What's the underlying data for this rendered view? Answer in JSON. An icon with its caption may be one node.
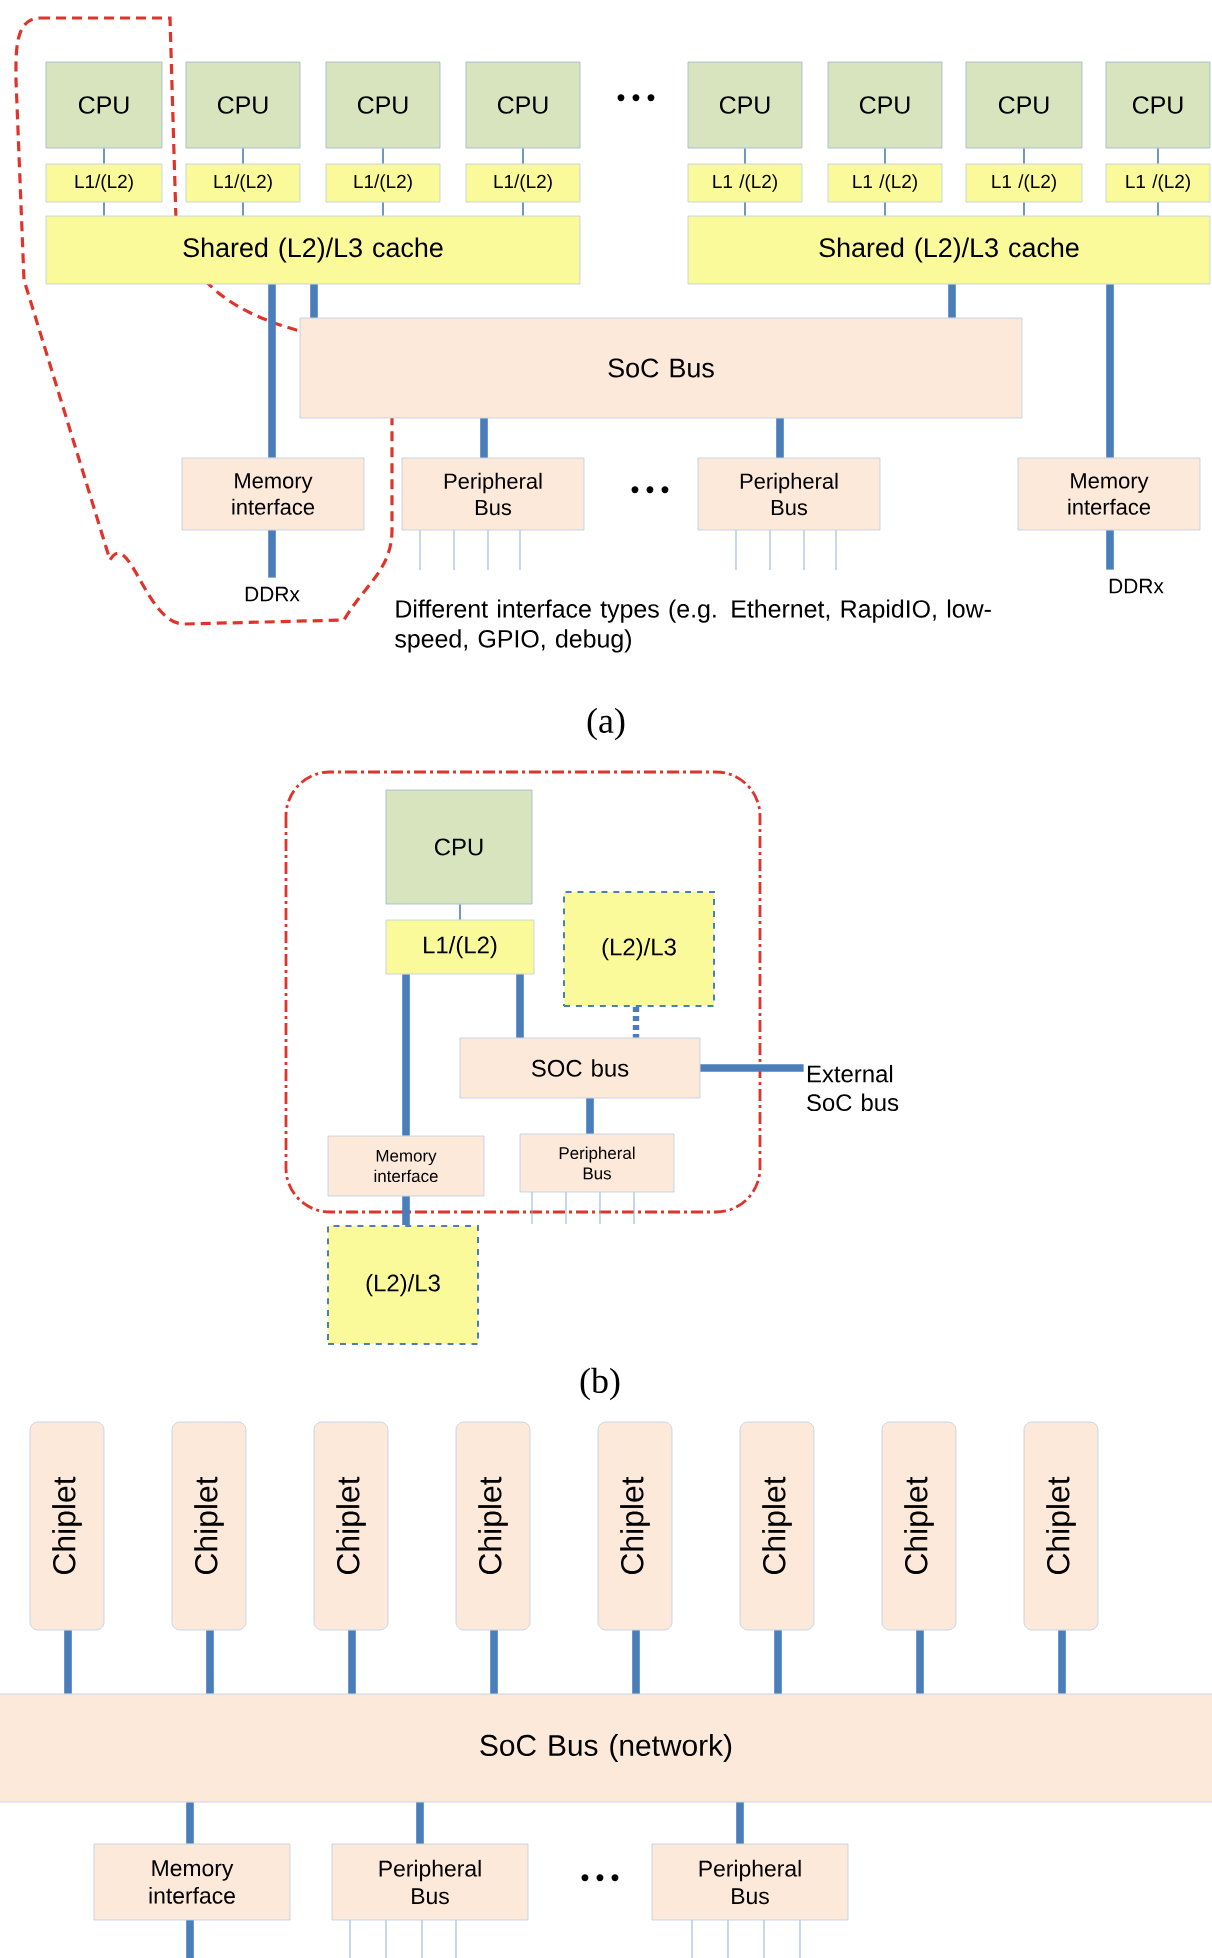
{
  "diagram": {
    "nodes": [
      {
        "text": [
          "CPU"
        ]
      },
      {
        "text": [
          "CPU"
        ]
      },
      {
        "text": [
          "CPU"
        ]
      },
      {
        "text": [
          "CPU"
        ]
      },
      {
        "text": [
          "CPU"
        ]
      },
      {
        "text": [
          "CPU"
        ]
      },
      {
        "text": [
          "CPU"
        ]
      },
      {
        "text": [
          "CPU"
        ]
      },
      {
        "text": [
          "L1/(L2)"
        ]
      },
      {
        "text": [
          "L1/(L2)"
        ]
      },
      {
        "text": [
          "L1/(L2)"
        ]
      },
      {
        "text": [
          "L1/(L2)"
        ]
      },
      {
        "text": [
          "L1 /(L2)"
        ]
      },
      {
        "text": [
          "L1 /(L2)"
        ]
      },
      {
        "text": [
          "L1 /(L2)"
        ]
      },
      {
        "text": [
          "L1 /(L2)"
        ]
      },
      {
        "text": [
          "Shared (L2)/L3 cache"
        ]
      },
      {
        "text": [
          "Shared (L2)/L3 cache"
        ]
      },
      {
        "text": [
          "SoC Bus"
        ]
      },
      {
        "text": [
          "Memory interface"
        ]
      },
      {
        "text": [
          "Peripheral Bus"
        ]
      },
      {
        "text": [
          "Peripheral Bus"
        ]
      },
      {
        "text": [
          "Memory interface"
        ]
      },
      {
        "text": [
          "DDRx"
        ]
      },
      {
        "text": [
          "DDRx"
        ]
      },
      {
        "text": [
          "CPU"
        ]
      },
      {
        "text": [
          "L1/(L2)"
        ]
      },
      {
        "text": [
          "(L2)/L3"
        ]
      },
      {
        "text": [
          "SOC bus"
        ]
      },
      {
        "text": [
          "External SoC bus"
        ]
      },
      {
        "text": [
          "Memory interface"
        ]
      },
      {
        "text": [
          "Peripheral Bus"
        ]
      },
      {
        "text": [
          "(L2)/L3"
        ]
      },
      {
        "text": [
          "Chiplet"
        ]
      },
      {
        "text": [
          "Chiplet"
        ]
      },
      {
        "text": [
          "Chiplet"
        ]
      },
      {
        "text": [
          "Chiplet"
        ]
      },
      {
        "text": [
          "Chiplet"
        ]
      },
      {
        "text": [
          "Chiplet"
        ]
      },
      {
        "text": [
          "Chiplet"
        ]
      },
      {
        "text": [
          "Chiplet"
        ]
      },
      {
        "text": [
          "SoC Bus (network)"
        ]
      },
      {
        "text": [
          "Memory interface"
        ]
      },
      {
        "text": [
          "Peripheral Bus"
        ]
      },
      {
        "text": [
          "Peripheral Bus"
        ]
      }
    ],
    "edges": [
      {
        "from": 0,
        "to": 8,
        "arrow": "none"
      },
      {
        "from": 1,
        "to": 9,
        "arrow": "none"
      },
      {
        "from": 2,
        "to": 10,
        "arrow": "none"
      },
      {
        "from": 3,
        "to": 11,
        "arrow": "none"
      },
      {
        "from": 4,
        "to": 12,
        "arrow": "none"
      },
      {
        "from": 5,
        "to": 13,
        "arrow": "none"
      },
      {
        "from": 6,
        "to": 14,
        "arrow": "none"
      },
      {
        "from": 7,
        "to": 15,
        "arrow": "none"
      },
      {
        "from": 8,
        "to": 16,
        "arrow": "none"
      },
      {
        "from": 9,
        "to": 16,
        "arrow": "none"
      },
      {
        "from": 10,
        "to": 16,
        "arrow": "none"
      },
      {
        "from": 11,
        "to": 16,
        "arrow": "none"
      },
      {
        "from": 12,
        "to": 17,
        "arrow": "none"
      },
      {
        "from": 13,
        "to": 17,
        "arrow": "none"
      },
      {
        "from": 14,
        "to": 17,
        "arrow": "none"
      },
      {
        "from": 15,
        "to": 17,
        "arrow": "none"
      },
      {
        "from": 16,
        "to": 19,
        "arrow": "none"
      },
      {
        "from": 16,
        "to": 18,
        "arrow": "none"
      },
      {
        "from": 17,
        "to": 18,
        "arrow": "none"
      },
      {
        "from": 17,
        "to": 22,
        "arrow": "none"
      },
      {
        "from": 18,
        "to": 20,
        "arrow": "none"
      },
      {
        "from": 18,
        "to": 21,
        "arrow": "none"
      },
      {
        "from": 19,
        "to": 23,
        "arrow": "none"
      },
      {
        "from": 22,
        "to": 24,
        "arrow": "none"
      },
      {
        "from": 25,
        "to": 26,
        "arrow": "none"
      },
      {
        "from": 26,
        "to": 30,
        "arrow": "none"
      },
      {
        "from": 26,
        "to": 28,
        "arrow": "none"
      },
      {
        "from": 27,
        "to": 28,
        "arrow": "none",
        "style": "dashed"
      },
      {
        "from": 28,
        "to": 29,
        "arrow": "none"
      },
      {
        "from": 28,
        "to": 31,
        "arrow": "none"
      },
      {
        "from": 30,
        "to": 32,
        "arrow": "none"
      },
      {
        "from": 33,
        "to": 41,
        "arrow": "none"
      },
      {
        "from": 34,
        "to": 41,
        "arrow": "none"
      },
      {
        "from": 35,
        "to": 41,
        "arrow": "none"
      },
      {
        "from": 36,
        "to": 41,
        "arrow": "none"
      },
      {
        "from": 37,
        "to": 41,
        "arrow": "none"
      },
      {
        "from": 38,
        "to": 41,
        "arrow": "none"
      },
      {
        "from": 39,
        "to": 41,
        "arrow": "none"
      },
      {
        "from": 40,
        "to": 41,
        "arrow": "none"
      },
      {
        "from": 41,
        "to": 42,
        "arrow": "none"
      },
      {
        "from": 41,
        "to": 43,
        "arrow": "none"
      },
      {
        "from": 41,
        "to": 44,
        "arrow": "none"
      }
    ],
    "labels": [
      "• • •",
      "• • •",
      "Different interface types (e.g. Ethernet, RapidIO, low-speed, GPIO, debug)",
      "(a)",
      "(b)",
      "• • •"
    ]
  }
}
